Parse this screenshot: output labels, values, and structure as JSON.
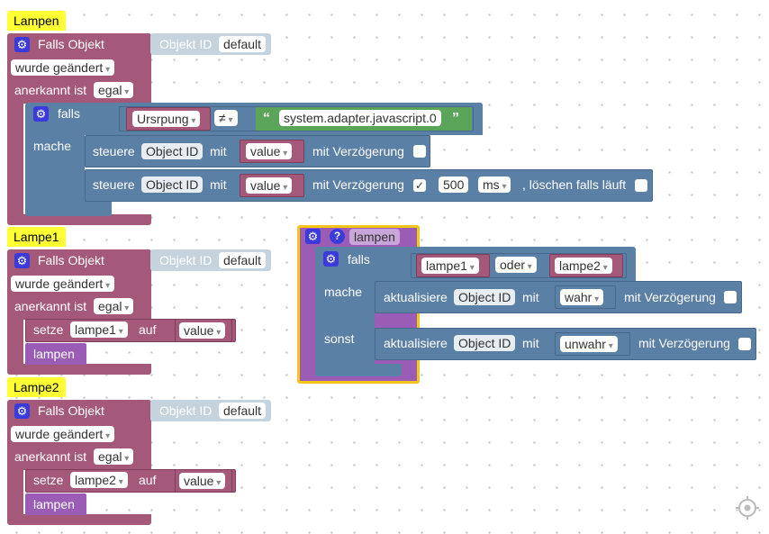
{
  "workspace": {
    "background": "#ffffff",
    "colors": {
      "event": "#a5597a",
      "control": "#5b80a5",
      "function": "#9a5cb5",
      "string": "#5ba55b",
      "comment": "#ffff33",
      "gear": "#3b3bdc"
    },
    "trashcan": "crosshair-target-icon"
  },
  "groups": [
    {
      "note": "Lampen",
      "trigger": {
        "label": "Falls Objekt",
        "objid_label": "Objekt ID",
        "objid_value": "default",
        "changed": "wurde geändert",
        "ack_label": "anerkannt ist",
        "ack_value": "egal"
      },
      "if_block": {
        "if_label": "falls",
        "do_label": "mache",
        "cond_left": "Ursrpung",
        "cond_op": "≠",
        "cond_right": "system.adapter.javascript.0",
        "stmts": [
          {
            "label": "steuere",
            "objid": "Object ID",
            "with": "mit",
            "value": "value",
            "delay_label": "mit Verzögerung"
          },
          {
            "label": "steuere",
            "objid": "Object ID",
            "with": "mit",
            "value": "value",
            "delay_label": "mit Verzögerung",
            "check": "✓",
            "delay_value": "500",
            "unit": "ms",
            "clear_label": ", löschen falls läuft"
          }
        ]
      }
    },
    {
      "note": "Lampe1",
      "trigger": {
        "label": "Falls Objekt",
        "objid_label": "Objekt ID",
        "objid_value": "default",
        "changed": "wurde geändert",
        "ack_label": "anerkannt ist",
        "ack_value": "egal"
      },
      "set": {
        "label": "setze",
        "var": "lampe1",
        "to": "auf",
        "value": "value"
      },
      "call": "lampen"
    },
    {
      "note": "Lampe2",
      "trigger": {
        "label": "Falls Objekt",
        "objid_label": "Objekt ID",
        "objid_value": "default",
        "changed": "wurde geändert",
        "ack_label": "anerkannt ist",
        "ack_value": "egal"
      },
      "set": {
        "label": "setze",
        "var": "lampe2",
        "to": "auf",
        "value": "value"
      },
      "call": "lampen"
    }
  ],
  "function": {
    "name": "lampen",
    "if_label": "falls",
    "do_label": "mache",
    "else_label": "sonst",
    "cond_left": "lampe1",
    "cond_op": "oder",
    "cond_right": "lampe2",
    "then": {
      "label": "aktualisiere",
      "objid": "Object ID",
      "with": "mit",
      "value": "wahr",
      "delay_label": "mit Verzögerung"
    },
    "else": {
      "label": "aktualisiere",
      "objid": "Object ID",
      "with": "mit",
      "value": "unwahr",
      "delay_label": "mit Verzögerung"
    }
  }
}
